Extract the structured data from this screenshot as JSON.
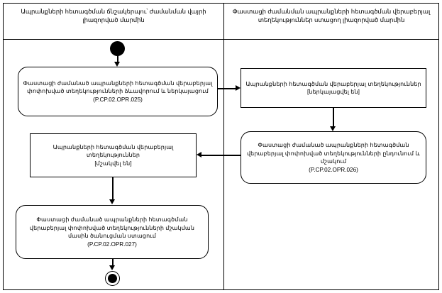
{
  "diagram": {
    "lanes": [
      {
        "id": "left",
        "title": "Ապրանքների հետագծման ճնշակերպու՝ ժամանման վայրի լիազորված մարմին"
      },
      {
        "id": "right",
        "title": "Փաստացի ժամանման ապրանքների հետագծման վերաբերյալ տեղեկություններ ստացող լիազորված մարմին"
      }
    ],
    "nodes": [
      {
        "id": "start",
        "type": "start",
        "label": ""
      },
      {
        "id": "n1",
        "type": "action-rounded",
        "label": "Փաստացի ժամանած ապրանքների հետագծման վերաբերյալ փոփոխված տեղեկությունների ձևավորում և ներկայացում\n(P.CP.02.OPR.025)"
      },
      {
        "id": "n2",
        "type": "action-rect",
        "label": "Ապրանքների հետագծման վերաբերյալ տեղեկություններ\n[ներկայացվել են]"
      },
      {
        "id": "n3",
        "type": "action-rounded",
        "label": "Փաստացի ժամանած ապրանքների հետագծման վերաբերյալ փոփոխված տեղեկությունների ընդունում և մշակում\n(P.CP.02.OPR.026)"
      },
      {
        "id": "n4",
        "type": "action-rect",
        "label": "Ապրանքների հետագծման վերաբերյալ տեղեկություններ\n[մշակվել են]"
      },
      {
        "id": "n5",
        "type": "action-rounded",
        "label": "Փաստացի ժամանած ապրանքների հետագծման վերաբերյալ փոփոխված տեղեկությունների մշակման մասին ծանուցման ստացում\n(P.CP.02.OPR.027)"
      },
      {
        "id": "end",
        "type": "end",
        "label": ""
      }
    ]
  }
}
